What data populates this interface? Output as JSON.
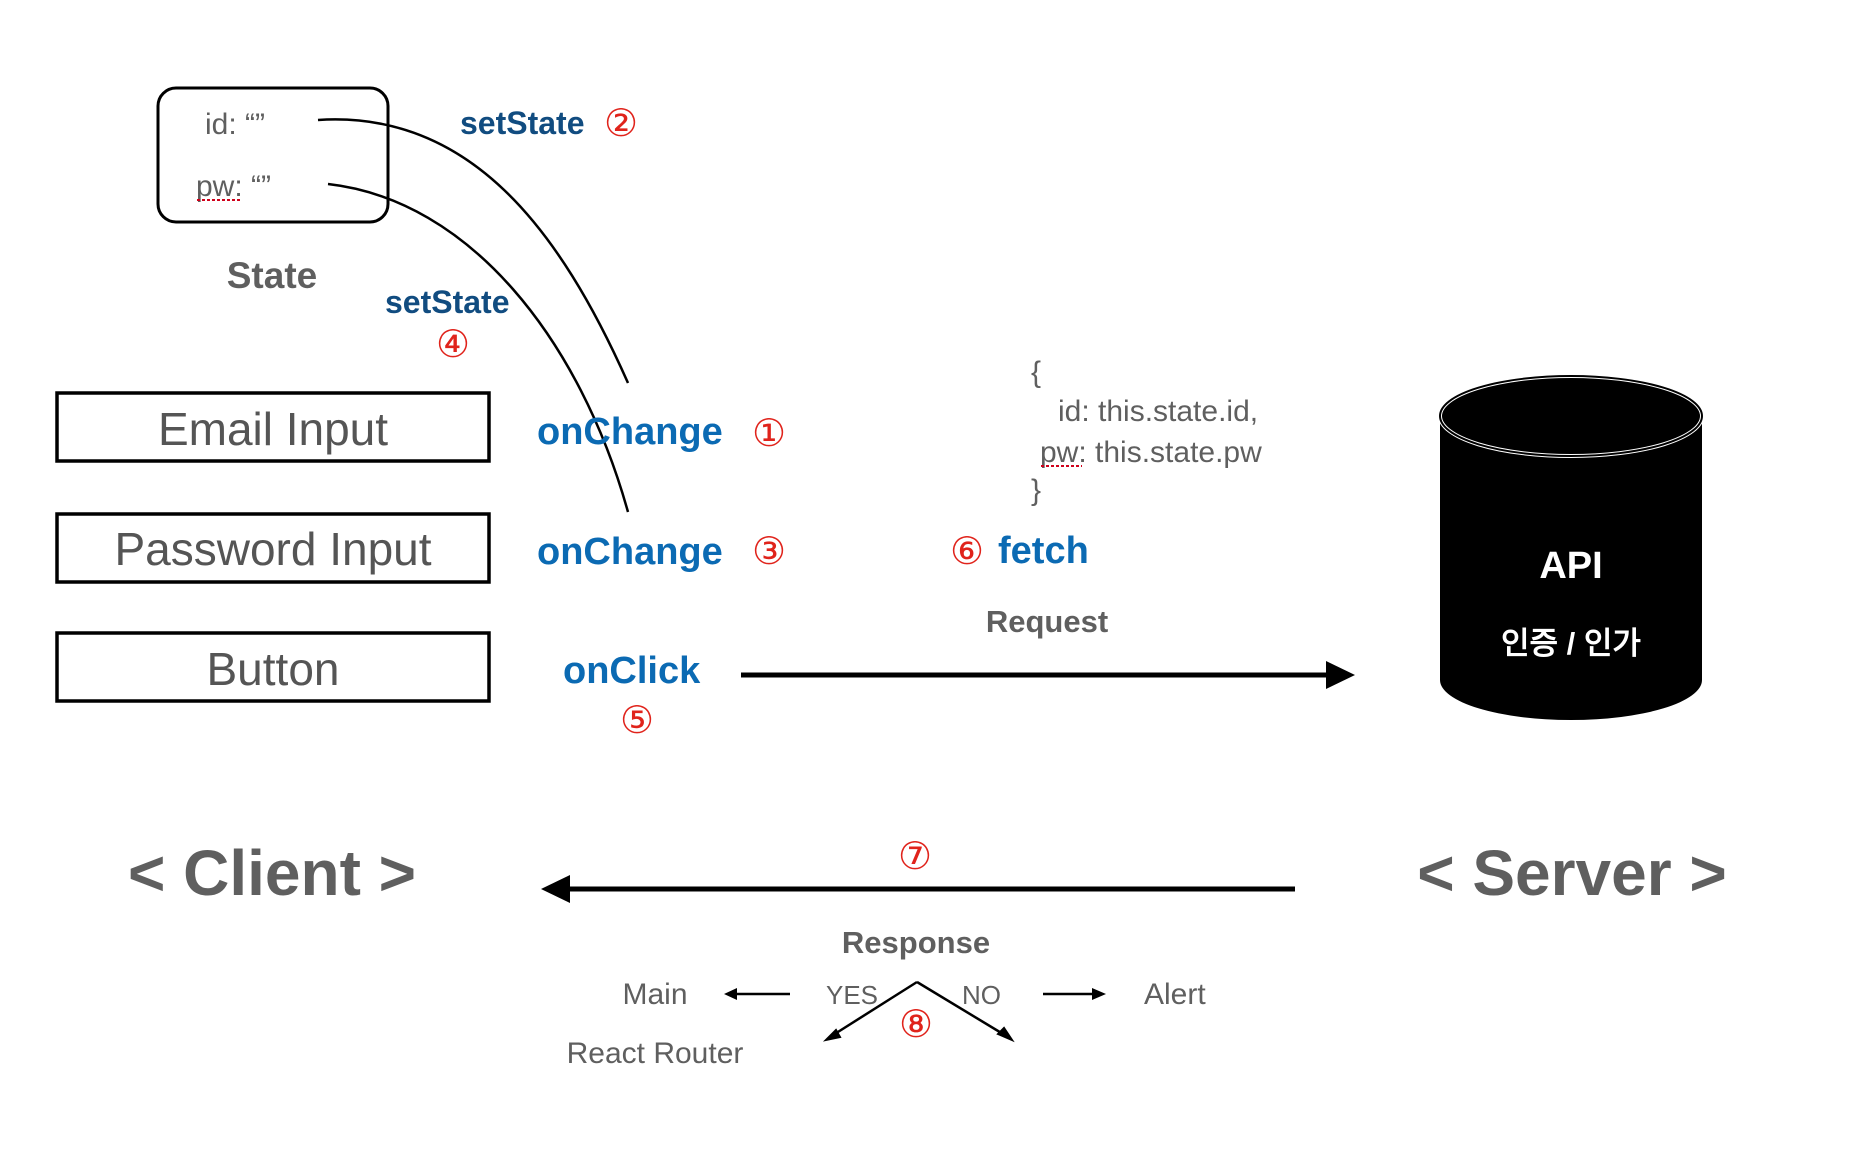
{
  "state": {
    "id_line": "id:  “”",
    "pw_label": "pw",
    "pw_value": ":  “”",
    "caption": "State"
  },
  "client": {
    "email_input": "Email Input",
    "password_input": "Password Input",
    "button": "Button",
    "title": "< Client >"
  },
  "events": {
    "set_state_1": "setState",
    "set_state_1_num": "②",
    "set_state_2": "setState",
    "set_state_2_num": "④",
    "on_change_1": "onChange",
    "on_change_1_num": "①",
    "on_change_2": "onChange",
    "on_change_2_num": "③",
    "on_click": "onClick",
    "on_click_num": "⑤"
  },
  "request": {
    "body_open": "{",
    "body_id": "id: this.state.id,",
    "body_pw_label": "pw",
    "body_pw_value": ": this.state.pw",
    "body_close": "}",
    "fetch_num": "⑥",
    "fetch": "fetch",
    "label": "Request"
  },
  "server": {
    "db_title": "API",
    "db_subtitle": "인증 / 인가",
    "title": "< Server >"
  },
  "response": {
    "num": "⑦",
    "label": "Response",
    "yes": "YES",
    "no": "NO",
    "branch_num": "⑧",
    "main": "Main",
    "router": "React Router",
    "alert": "Alert"
  },
  "colors": {
    "event_blue": "#0b6ab3",
    "setstate_navy": "#114c80",
    "step_red": "#e0231b",
    "text_gray": "#5f5f5f",
    "db_black": "#000000"
  }
}
